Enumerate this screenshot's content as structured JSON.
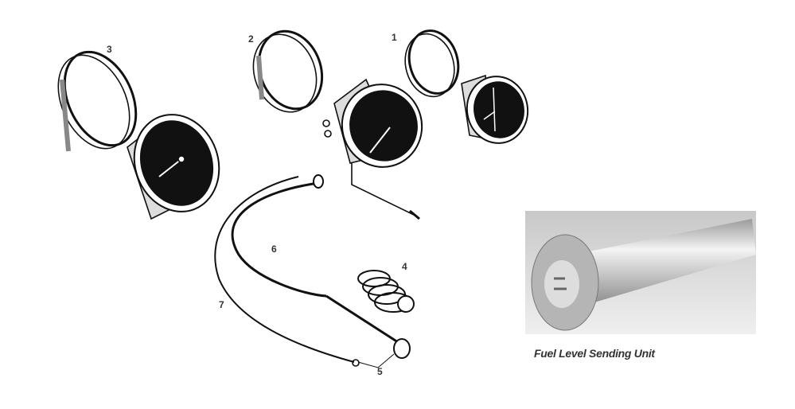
{
  "diagram": {
    "callouts": [
      "1",
      "2",
      "3",
      "4",
      "5",
      "6",
      "7"
    ],
    "colors": {
      "ink": "#111111",
      "label": "#333333",
      "photo_bg": "#d8d8d8"
    }
  },
  "photo": {
    "caption": "Fuel Level Sending Unit"
  }
}
